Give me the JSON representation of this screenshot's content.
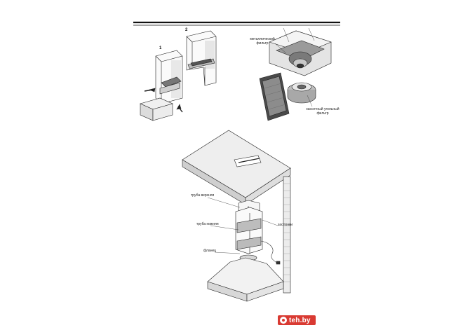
{
  "steps": {
    "step1": "1",
    "step2": "2"
  },
  "filter_figure": {
    "metal_filter_label_line1": "металлический",
    "metal_filter_label_line2": "фильтр",
    "carbon_filter_label_line1": "кассетный угольный",
    "carbon_filter_label_line2": "фильтр"
  },
  "install_figure": {
    "upper_pipe": "труба верхняя",
    "lower_pipe": "труба нижняя",
    "flange": "фланец",
    "dampers": "заслонки"
  },
  "watermark": {
    "text": "teh.by",
    "color": "#d93a32"
  }
}
